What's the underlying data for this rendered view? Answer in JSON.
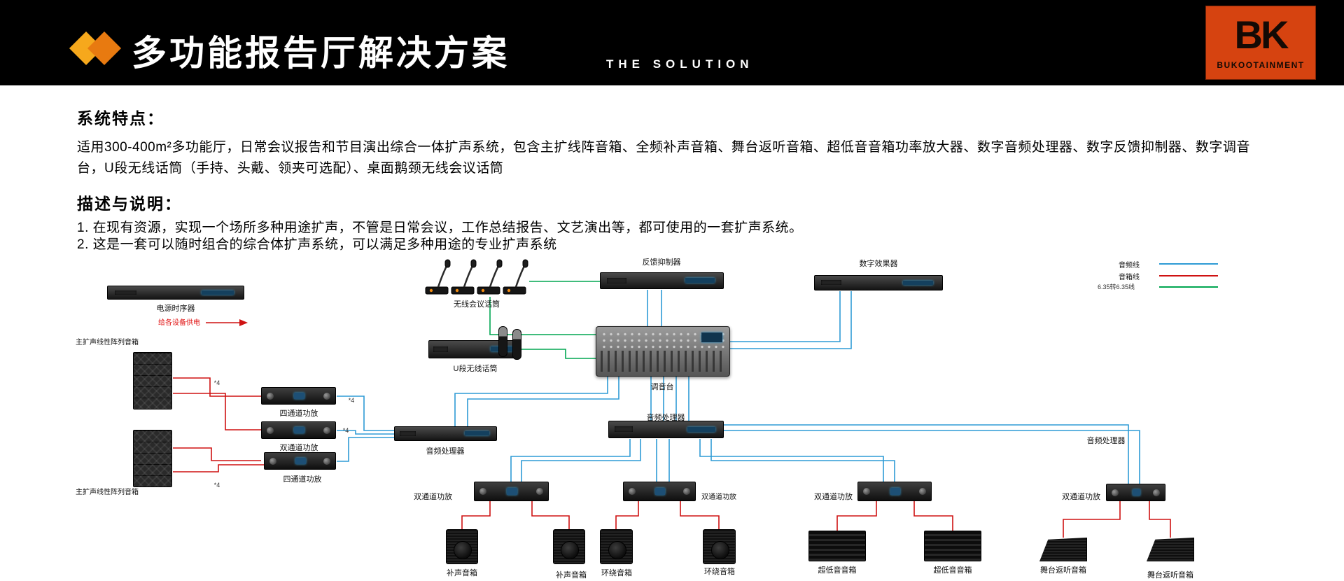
{
  "header": {
    "title": "多功能报告厅解决方案",
    "subtitle": "THE SOLUTION",
    "logo_text": "BK",
    "logo_brand": "BUKOOTAINMENT"
  },
  "features": {
    "heading": "系统特点：",
    "body": "适用300-400m²多功能厅，日常会议报告和节目演出综合一体扩声系统，包含主扩线阵音箱、全频补声音箱、舞台返听音箱、超低音音箱功率放大器、数字音频处理器、数字反馈抑制器、数字调音台，U段无线话筒（手持、头戴、领夹可选配）、桌面鹅颈无线会议话筒"
  },
  "description": {
    "heading": "描述与说明：",
    "items": [
      "1. 在现有资源，实现一个场所多种用途扩声，不管是日常会议，工作总结报告、文艺演出等，都可使用的一套扩声系统。",
      "2. 这是一套可以随时组合的综合体扩声系统，可以满足多种用途的专业扩声系统"
    ]
  },
  "legend": {
    "items": [
      {
        "label": "音频线",
        "color": "#2e9bd5"
      },
      {
        "label": "音箱线",
        "color": "#cf1212"
      },
      {
        "label": "6.35转6.35线",
        "color": "#00a651"
      }
    ]
  },
  "diagram": {
    "power_note": "给各设备供电",
    "multiplier_note": "*4",
    "labels": {
      "power_sequencer": "电源时序器",
      "wireless_conference_mic": "无线会议话筒",
      "uhf_wireless_mic": "U段无线话筒",
      "feedback_suppressor": "反馈抑制器",
      "digital_effects": "数字效果器",
      "mixer": "调音台",
      "audio_processor": "音频处理器",
      "main_line_array_speaker": "主扩声线性阵列音箱",
      "quad_channel_amp": "四通道功放",
      "dual_channel_amp": "双通道功放",
      "fill_speaker": "补声音箱",
      "surround_speaker": "环绕音箱",
      "subwoofer_speaker": "超低音音箱",
      "stage_monitor_speaker": "舞台返听音箱"
    },
    "connections": [
      {
        "from": "电源时序器",
        "to": "各设备",
        "line": "电源"
      },
      {
        "from": "无线会议话筒",
        "to": "调音台",
        "line": "6.35转6.35线"
      },
      {
        "from": "U段无线话筒",
        "to": "调音台",
        "line": "6.35转6.35线"
      },
      {
        "from": "反馈抑制器",
        "to": "调音台",
        "line": "音频线"
      },
      {
        "from": "调音台",
        "to": "数字效果器",
        "line": "音频线"
      },
      {
        "from": "调音台",
        "to": "音频处理器",
        "line": "音频线"
      },
      {
        "from": "音频处理器",
        "to": "四通道功放/双通道功放",
        "line": "音频线"
      },
      {
        "from": "四通道功放",
        "to": "主扩声线性阵列音箱",
        "line": "音箱线"
      },
      {
        "from": "双通道功放",
        "to": "补声音箱/环绕音箱/超低音音箱/舞台返听音箱",
        "line": "音箱线"
      }
    ]
  }
}
